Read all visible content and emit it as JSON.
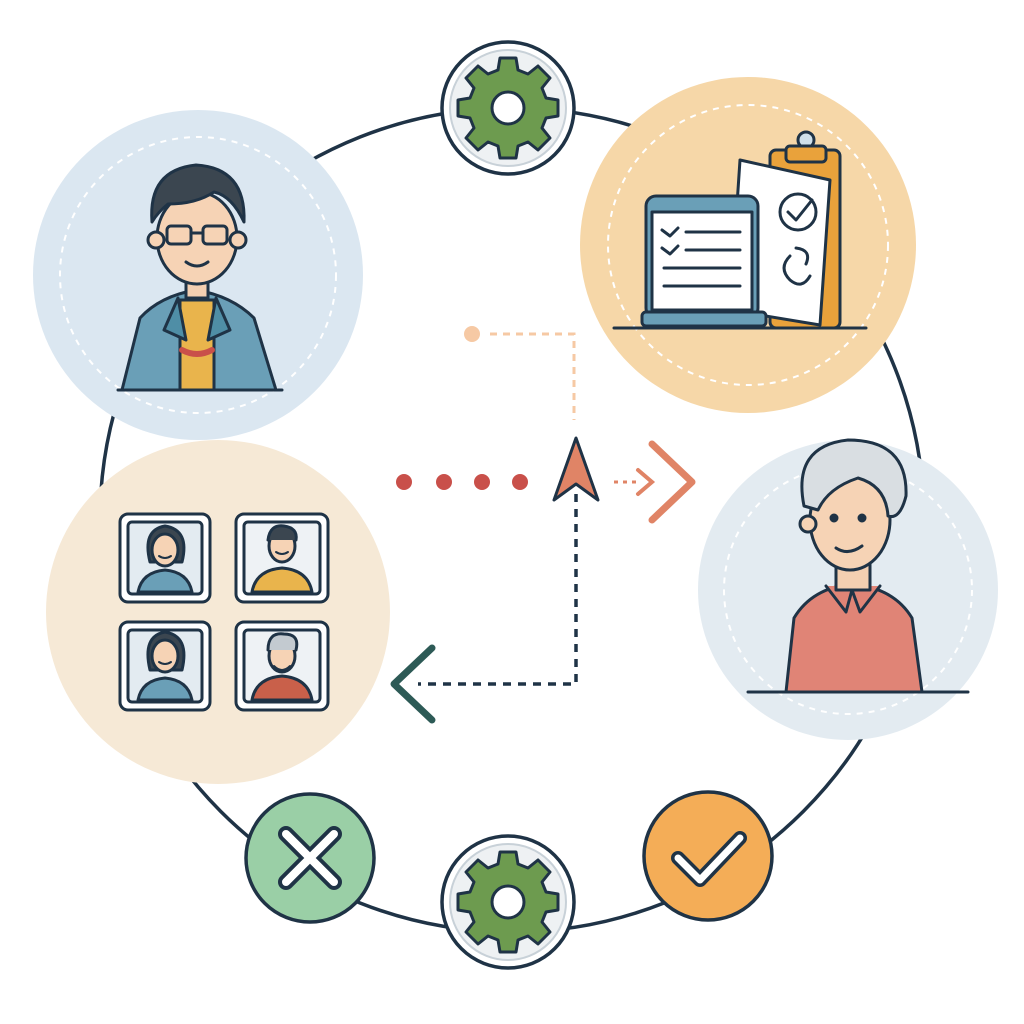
{
  "colors": {
    "ink": "#1f3346",
    "background": "#ffffff",
    "node_blue_bg": "#dbe7f1",
    "node_orange_bg": "#f6d7a8",
    "node_cream_bg": "#f6e9d6",
    "node_grey_bg": "#e3ebf1",
    "gear_green": "#6d9b4f",
    "cancel_green": "#9acfa6",
    "confirm_orange": "#f4ad57",
    "arrow_red": "#c9504a",
    "arrow_salmon": "#e08466",
    "arrow_peach": "#f6c9a4",
    "arrow_teal": "#2d5a56"
  },
  "nodes": [
    {
      "id": "presenter",
      "icon": "person-with-glasses-icon"
    },
    {
      "id": "documents",
      "icon": "document-checklist-icon"
    },
    {
      "id": "recipient",
      "icon": "older-person-icon"
    },
    {
      "id": "team",
      "icon": "people-grid-icon"
    }
  ],
  "connectors": [
    {
      "id": "gear-top",
      "icon": "gear-icon"
    },
    {
      "id": "confirm",
      "icon": "checkmark-icon"
    },
    {
      "id": "gear-bottom",
      "icon": "gear-icon"
    },
    {
      "id": "cancel",
      "icon": "close-icon"
    }
  ]
}
